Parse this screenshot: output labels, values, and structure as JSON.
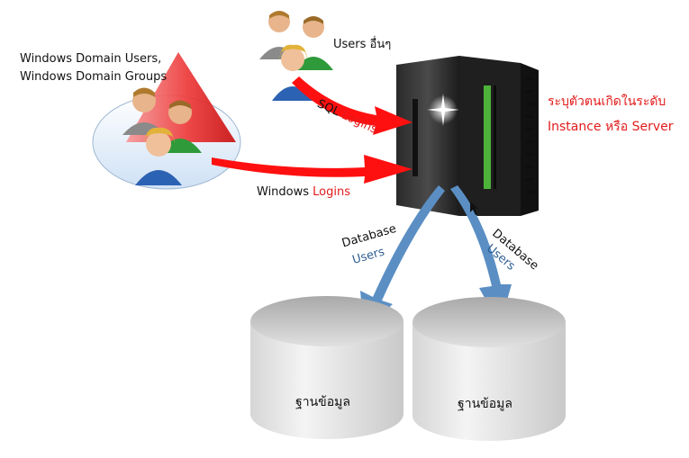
{
  "domain_group": {
    "line1": "Windows Domain Users,",
    "line2": "Windows Domain Groups"
  },
  "other_users": {
    "prefix": "Users",
    "suffix": "อื่นๆ"
  },
  "sql_logins": {
    "word1": "SQL",
    "word2": "Logins"
  },
  "windows_logins": {
    "word1": "Windows",
    "word2": "Logins"
  },
  "server_note": {
    "line1": "ระบุตัวตนเกิดในระดับ",
    "line2": "Instance หรือ Server"
  },
  "db_users_left": {
    "line1": "Database",
    "line2": "Users"
  },
  "db_users_right": {
    "line1": "Database",
    "line2": "Users"
  },
  "databases": [
    {
      "label": "ฐานข้อมูล"
    },
    {
      "label": "ฐานข้อมูล"
    }
  ],
  "colors": {
    "login_arrow": "#ff1010",
    "db_arrow": "#5b8fc4",
    "note_text": "#e21b1b",
    "users_text": "#2f5f93"
  },
  "icons": [
    "users-group-icon",
    "server-rack-icon",
    "database-cylinder-icon"
  ]
}
